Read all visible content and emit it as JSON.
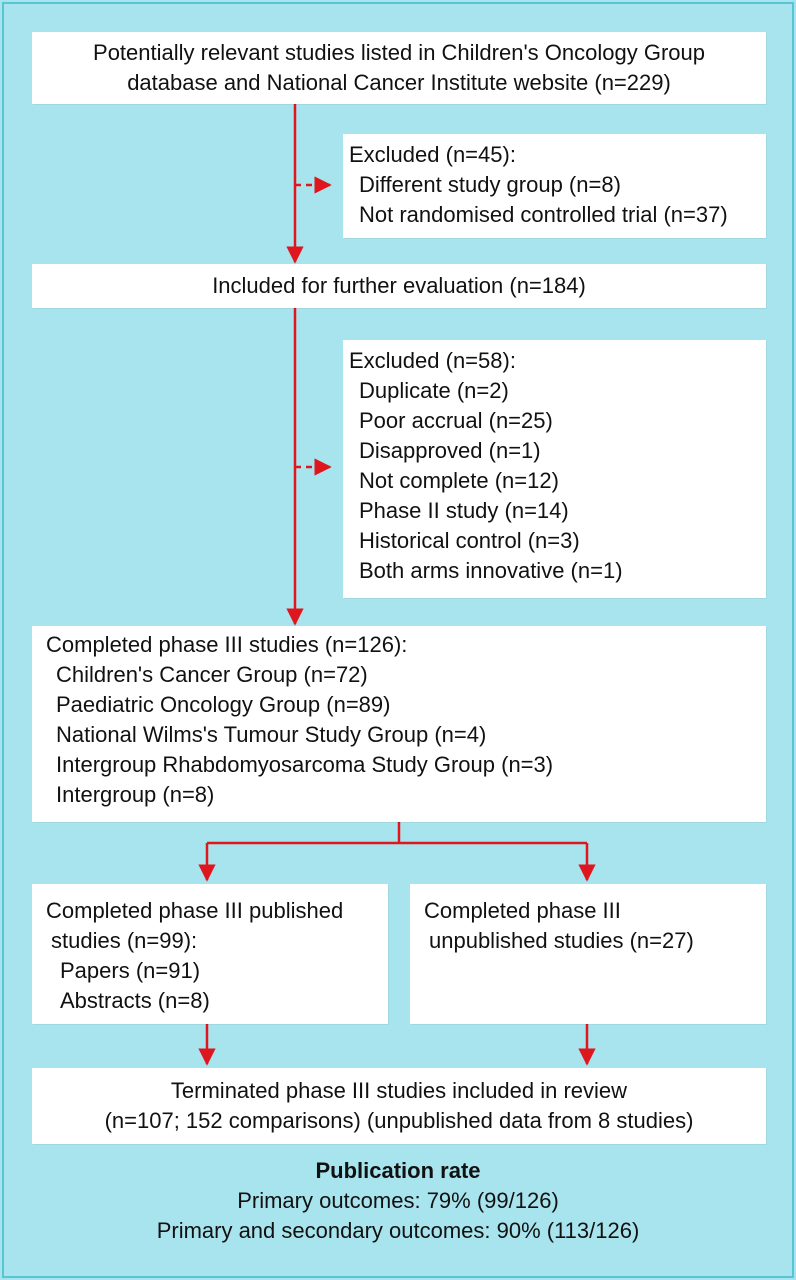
{
  "boxes": {
    "potential": {
      "lines": [
        "Potentially relevant studies listed in Children's Oncology Group",
        "database and National Cancer Institute website (n=229)"
      ]
    },
    "excluded1": {
      "title": "Excluded (n=45):",
      "items": [
        "Different study group (n=8)",
        "Not randomised controlled trial (n=37)"
      ]
    },
    "included": {
      "text": "Included for further evaluation (n=184)"
    },
    "excluded2": {
      "title": "Excluded (n=58):",
      "items": [
        "Duplicate (n=2)",
        "Poor accrual (n=25)",
        "Disapproved (n=1)",
        "Not complete (n=12)",
        "Phase II study (n=14)",
        "Historical control (n=3)",
        "Both arms innovative (n=1)"
      ]
    },
    "completed": {
      "title": "Completed phase III studies (n=126):",
      "items": [
        "Children's Cancer Group (n=72)",
        "Paediatric Oncology Group (n=89)",
        "National Wilms's Tumour Study Group (n=4)",
        "Intergroup Rhabdomyosarcoma Study Group (n=3)",
        "Intergroup (n=8)"
      ]
    },
    "published": {
      "title": "Completed phase III published",
      "subtitle": "studies (n=99):",
      "items": [
        "Papers (n=91)",
        "Abstracts (n=8)"
      ]
    },
    "unpublished": {
      "title": "Completed phase III",
      "subtitle": "unpublished studies (n=27)"
    },
    "terminated": {
      "lines": [
        "Terminated phase III studies included in review",
        "(n=107; 152 comparisons) (unpublished data from 8 studies)"
      ]
    }
  },
  "summary": {
    "title": "Publication rate",
    "lines": [
      "Primary outcomes: 79% (99/126)",
      "Primary and secondary outcomes: 90% (113/126)"
    ]
  },
  "colors": {
    "background": "#a8e4ee",
    "border": "#5bc3d6",
    "arrow": "#e0161e",
    "box": "#ffffff"
  }
}
